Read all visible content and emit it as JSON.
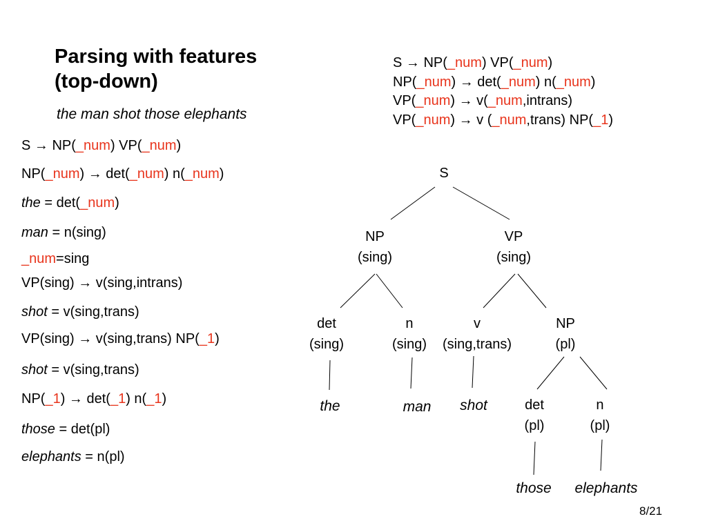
{
  "slide": {
    "title_line1": "Parsing with features",
    "title_line2": "(top-down)",
    "subtitle": "the man shot those elephants",
    "page_number": "8/21"
  },
  "grammar": [
    [
      {
        "t": "S "
      },
      {
        "t": "→ NP("
      },
      {
        "t": "_num",
        "red": true
      },
      {
        "t": ") VP("
      },
      {
        "t": "_num",
        "red": true
      },
      {
        "t": ")"
      }
    ],
    [
      {
        "t": "NP("
      },
      {
        "t": "_num",
        "red": true
      },
      {
        "t": ") → det("
      },
      {
        "t": "_num",
        "red": true
      },
      {
        "t": ") n("
      },
      {
        "t": "_num",
        "red": true
      },
      {
        "t": ")"
      }
    ],
    [
      {
        "t": "VP("
      },
      {
        "t": "_num",
        "red": true
      },
      {
        "t": ") → v("
      },
      {
        "t": "_num",
        "red": true
      },
      {
        "t": ",intrans)"
      }
    ],
    [
      {
        "t": "VP("
      },
      {
        "t": "_num",
        "red": true
      },
      {
        "t": ") → v ("
      },
      {
        "t": "_num",
        "red": true
      },
      {
        "t": ",trans) NP("
      },
      {
        "t": "_1",
        "red": true
      },
      {
        "t": ")"
      }
    ]
  ],
  "derivation": [
    [
      {
        "t": "S "
      },
      {
        "t": "→ NP("
      },
      {
        "t": "_num",
        "red": true
      },
      {
        "t": ") VP("
      },
      {
        "t": "_num",
        "red": true
      },
      {
        "t": ")"
      }
    ],
    [
      {
        "t": "NP("
      },
      {
        "t": "_num",
        "red": true
      },
      {
        "t": ") → det("
      },
      {
        "t": "_num",
        "red": true
      },
      {
        "t": ") n("
      },
      {
        "t": "_num",
        "red": true
      },
      {
        "t": ")"
      }
    ],
    [
      {
        "t": "the",
        "it": true
      },
      {
        "t": " = det("
      },
      {
        "t": "_num",
        "red": true
      },
      {
        "t": ")"
      }
    ],
    [
      {
        "t": "man",
        "it": true
      },
      {
        "t": " = n(sing)"
      }
    ],
    [
      {
        "t": "_num",
        "red": true
      },
      {
        "t": "=sing"
      }
    ],
    [
      {
        "t": "VP(sing) → v(sing,intrans)"
      }
    ],
    [
      {
        "t": "shot",
        "it": true
      },
      {
        "t": " = v(sing,trans)"
      }
    ],
    [
      {
        "t": "VP(sing) → v(sing,trans) NP("
      },
      {
        "t": "_1",
        "red": true
      },
      {
        "t": ")"
      }
    ],
    [
      {
        "t": "shot",
        "it": true
      },
      {
        "t": " = v(sing,trans)"
      }
    ],
    [
      {
        "t": "NP("
      },
      {
        "t": "_1",
        "red": true
      },
      {
        "t": ") → det("
      },
      {
        "t": "_1",
        "red": true
      },
      {
        "t": ") n("
      },
      {
        "t": "_1",
        "red": true
      },
      {
        "t": ")"
      }
    ],
    [
      {
        "t": "those",
        "it": true
      },
      {
        "t": " = det(pl)"
      }
    ],
    [
      {
        "t": "elephants",
        "it": true
      },
      {
        "t": " = n(pl)"
      }
    ]
  ],
  "tree": {
    "s": {
      "label": "S"
    },
    "np": {
      "label": "NP",
      "feature": "(sing)"
    },
    "vp": {
      "label": "VP",
      "feature": "(sing)"
    },
    "det1": {
      "label": "det",
      "feature": "(sing)"
    },
    "n1": {
      "label": "n",
      "feature": "(sing)"
    },
    "v": {
      "label": "v",
      "feature": "(sing,trans)"
    },
    "np2": {
      "label": "NP",
      "feature": "(pl)"
    },
    "det2": {
      "label": "det",
      "feature": "(pl)"
    },
    "n2": {
      "label": "n",
      "feature": "(pl)"
    },
    "words": {
      "the": "the",
      "man": "man",
      "shot": "shot",
      "those": "those",
      "elephants": "elephants"
    }
  },
  "colors": {
    "feature_variable": "#e8341c",
    "text": "#000000"
  }
}
